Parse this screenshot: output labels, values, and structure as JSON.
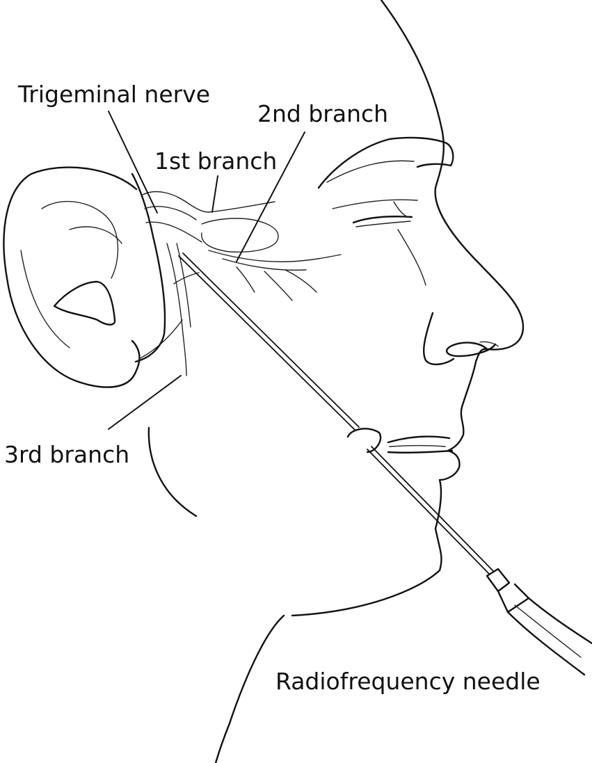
{
  "labels": {
    "trigeminal_nerve": "Trigeminal nerve",
    "first_branch": "1st branch",
    "second_branch": "2nd branch",
    "third_branch": "3rd branch",
    "needle": "Radiofrequency needle"
  },
  "colors": {
    "ink": "#111111",
    "background": "#ffffff"
  }
}
